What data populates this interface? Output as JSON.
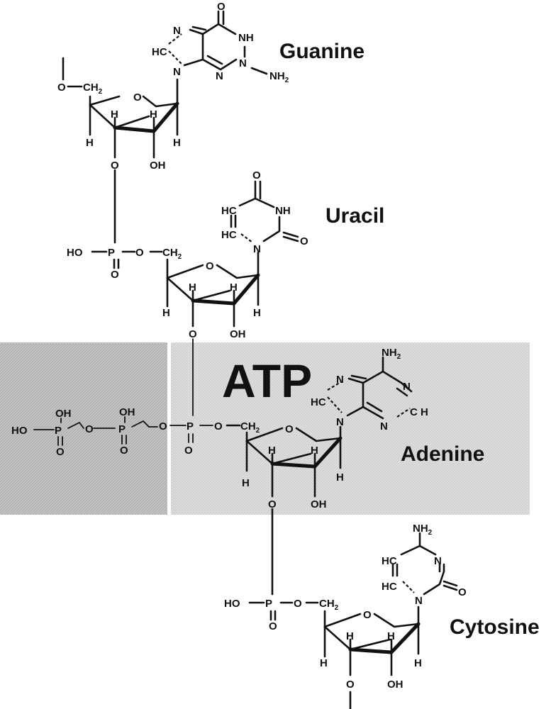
{
  "atp_label": "ATP",
  "bases": {
    "guanine": "Guanine",
    "uracil": "Uracil",
    "adenine": "Adenine",
    "cytosine": "Cytosine"
  },
  "atoms": {
    "N": "N",
    "O": "O",
    "H": "H",
    "P": "P",
    "HC": "HC",
    "CH": "C H",
    "NH": "NH",
    "HO": "HO",
    "OH": "OH",
    "CH2": "CH",
    "NH2": "NH",
    "two": "2"
  },
  "colors": {
    "ink": "#111111",
    "shade_dark": "#bdbdbd",
    "shade_light": "#d9d9d9"
  }
}
